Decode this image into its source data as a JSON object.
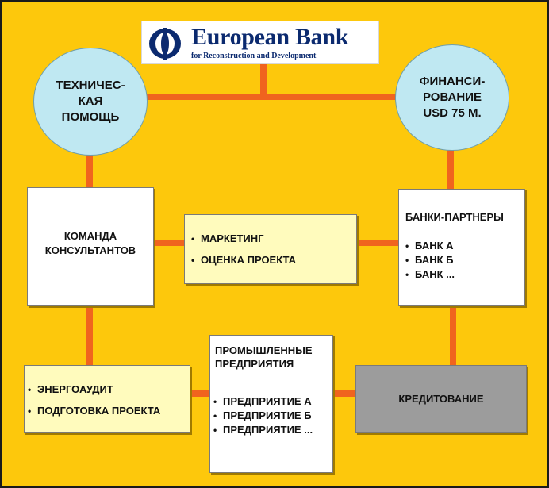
{
  "logo": {
    "name": "European Bank",
    "subtitle": "for Reconstruction and Development",
    "emblem": "ebrd-emblem-icon",
    "brand_color": "#0b2a6f"
  },
  "colors": {
    "background": "#fdc80c",
    "connector": "#f0641e",
    "circle_fill": "#bfe8f2",
    "box_white": "#ffffff",
    "box_cream": "#fffbbd",
    "box_grey": "#9c9c9c"
  },
  "nodes": {
    "tech_assistance": {
      "lines": [
        "ТЕХНИЧЕС-",
        "КАЯ",
        "ПОМОЩЬ"
      ]
    },
    "financing": {
      "lines": [
        "ФИНАНСИ-",
        "РОВАНИЕ",
        "USD 75 М."
      ]
    },
    "consultants": {
      "lines": [
        "КОМАНДА",
        "КОНСУЛЬТАНТОВ"
      ]
    },
    "marketing": {
      "items": [
        "МАРКЕТИНГ",
        "ОЦЕНКА ПРОЕКТА"
      ]
    },
    "partner_banks": {
      "title": "БАНКИ-ПАРТНЕРЫ",
      "items": [
        "БАНК  А",
        "БАНК  Б",
        "БАНК  ..."
      ]
    },
    "energy_audit": {
      "items": [
        "ЭНЕРГОАУДИТ",
        "ПОДГОТОВКА ПРОЕКТА"
      ]
    },
    "enterprises": {
      "title_lines": [
        "ПРОМЫШЛЕННЫЕ",
        "ПРЕДПРИЯТИЯ"
      ],
      "items": [
        "ПРЕДПРИЯТИЕ А",
        "ПРЕДПРИЯТИЕ Б",
        "ПРЕДПРИЯТИЕ ..."
      ]
    },
    "crediting": {
      "label": "КРЕДИТОВАНИЕ"
    }
  }
}
